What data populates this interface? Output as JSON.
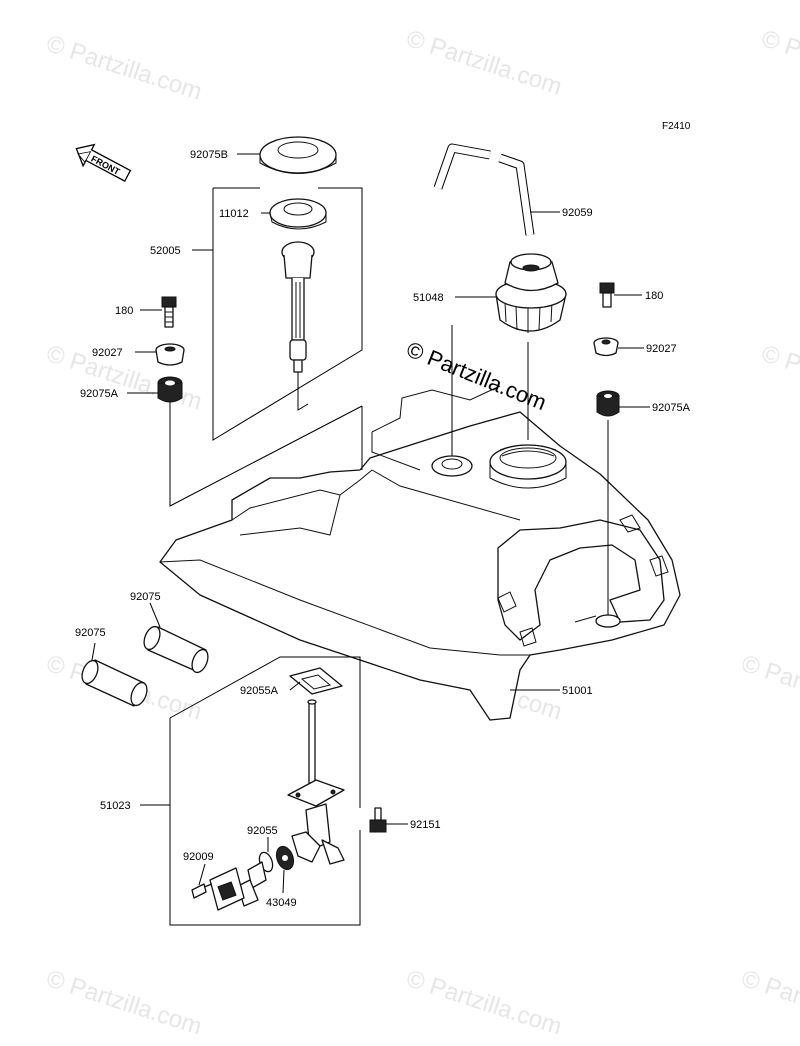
{
  "figure_code": "F2410",
  "front_arrow_label": "FRONT",
  "watermark": "© Partzilla.com",
  "watermark_center": "© Partzilla.com",
  "parts": {
    "p92075B": "92075B",
    "p11012": "11012",
    "p52005": "52005",
    "p180_left": "180",
    "p92027_left": "92027",
    "p92075A_left": "92075A",
    "p92059": "92059",
    "p51048": "51048",
    "p180_right": "180",
    "p92027_right": "92027",
    "p92075A_right": "92075A",
    "p92075_a": "92075",
    "p92075_b": "92075",
    "p51001": "51001",
    "p92055A": "92055A",
    "p51023": "51023",
    "p92151": "92151",
    "p92055": "92055",
    "p92009": "92009",
    "p43049": "43049"
  }
}
